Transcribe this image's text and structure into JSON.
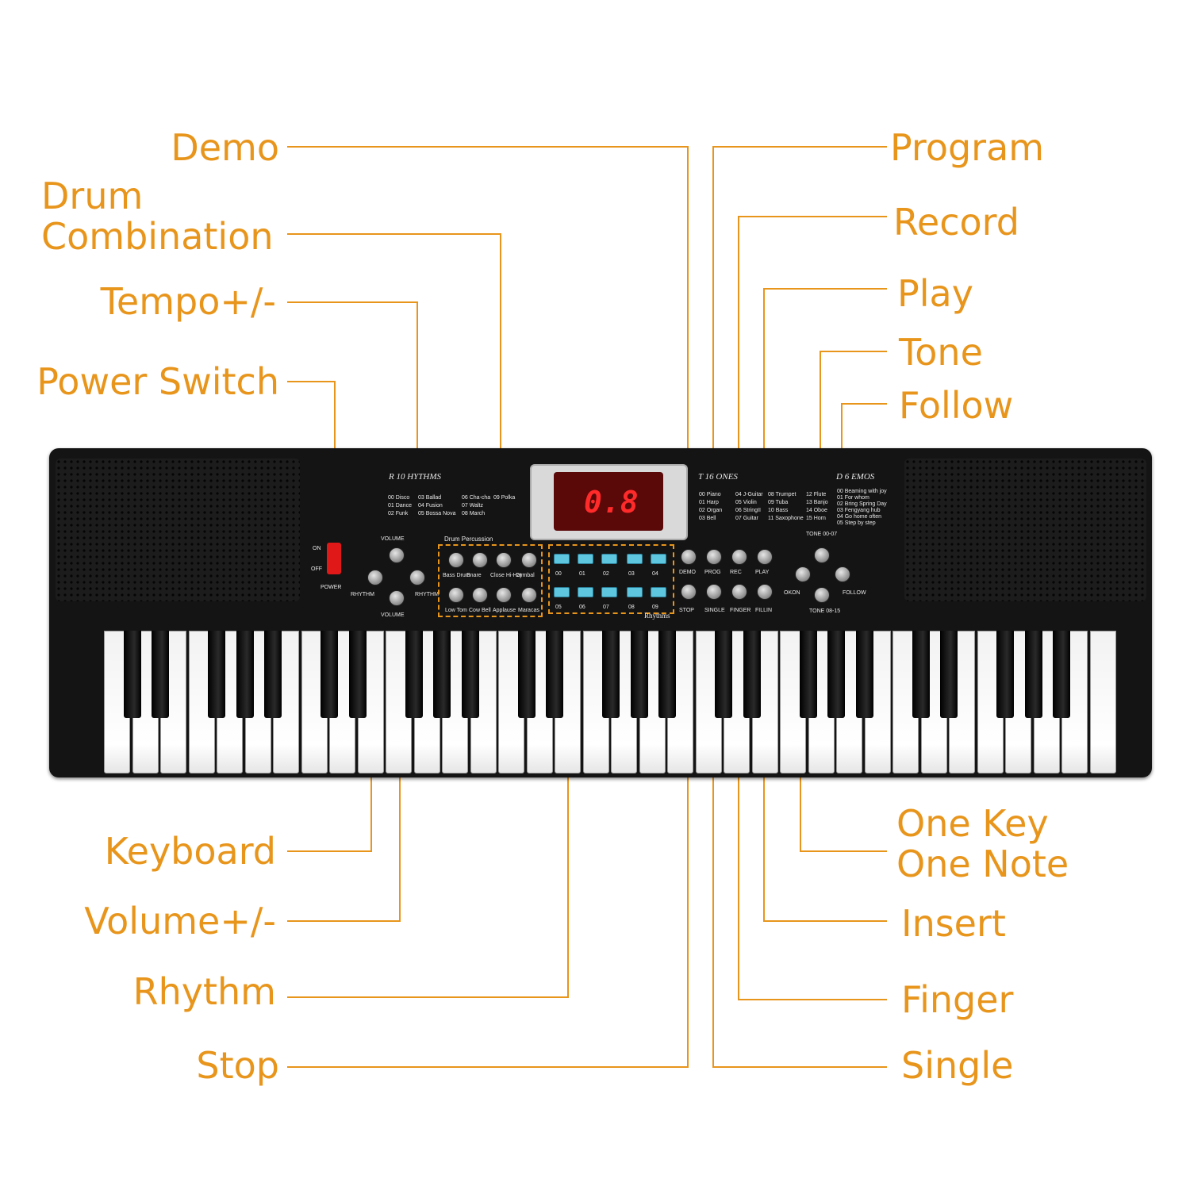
{
  "labels_left": [
    {
      "id": "demo",
      "text": "Demo"
    },
    {
      "id": "drum-combination",
      "text": "Drum\nCombination"
    },
    {
      "id": "tempo",
      "text": "Tempo+/-"
    },
    {
      "id": "power-switch",
      "text": "Power Switch"
    },
    {
      "id": "keyboard",
      "text": "Keyboard"
    },
    {
      "id": "volume",
      "text": "Volume+/-"
    },
    {
      "id": "rhythm",
      "text": "Rhythm"
    },
    {
      "id": "stop",
      "text": "Stop"
    }
  ],
  "labels_right": [
    {
      "id": "program",
      "text": "Program"
    },
    {
      "id": "record",
      "text": "Record"
    },
    {
      "id": "play",
      "text": "Play"
    },
    {
      "id": "tone",
      "text": "Tone"
    },
    {
      "id": "follow",
      "text": "Follow"
    },
    {
      "id": "one-key-one-note",
      "text": "One Key\nOne Note"
    },
    {
      "id": "insert",
      "text": "Insert"
    },
    {
      "id": "finger",
      "text": "Finger"
    },
    {
      "id": "single",
      "text": "Single"
    }
  ],
  "display": {
    "value": "0.8"
  },
  "panel": {
    "rhythms_title": "R 10 HYTHMS",
    "rhythms": [
      "00 Disco",
      "01 Dance",
      "02 Funk",
      "03 Ballad",
      "04 Fusion",
      "05 Bossa Nova",
      "06 Cha-cha",
      "07 Waltz",
      "08 March",
      "09 Polka"
    ],
    "tones_title": "T 16 ONES",
    "tones": [
      "00 Piano",
      "01 Harp",
      "02 Organ",
      "03 Bell",
      "04 J-Guitar",
      "05 Violin",
      "06 StringII",
      "07 Guitar",
      "08 Trumpet",
      "09 Tuba",
      "10 Bass",
      "11 Saxophone",
      "12 Flute",
      "13 Banjo",
      "14 Oboe",
      "15 Horn"
    ],
    "demos_title": "D 6 EMOS",
    "demos": [
      "00 Beaming with joy",
      "01 For whom",
      "02 Bring Spring Day",
      "03 Fengyang hub",
      "04 Go home often",
      "05 Step by step"
    ],
    "drum_percussion": "Drum Percussion",
    "drums": [
      "Bass Drum",
      "Snare",
      "Close Hi-Hat",
      "Cymbal",
      "Low Tom",
      "Cow Bell",
      "Applause",
      "Maracas"
    ],
    "rhythm_nums_top": [
      "00",
      "01",
      "02",
      "03",
      "04"
    ],
    "rhythm_nums_bottom": [
      "05",
      "06",
      "07",
      "08",
      "09"
    ],
    "rhythms_label": "Rhythms",
    "func_top": [
      "DEMO",
      "PROG",
      "REC",
      "PLAY"
    ],
    "func_bottom": [
      "STOP",
      "SINGLE",
      "FINGER",
      "FILLIN"
    ],
    "tone_top": "TONE 00-07",
    "tone_bottom": "TONE 08-15",
    "okon": "OKON",
    "follow": "FOLLOW",
    "volume": "VOLUME",
    "rhythm": "RHYTHM",
    "on": "ON",
    "off": "OFF",
    "power": "POWER"
  },
  "colors": {
    "label": "#e8951c",
    "body": "#141414",
    "tone_button": "#5fc6df",
    "power": "#e01818"
  }
}
